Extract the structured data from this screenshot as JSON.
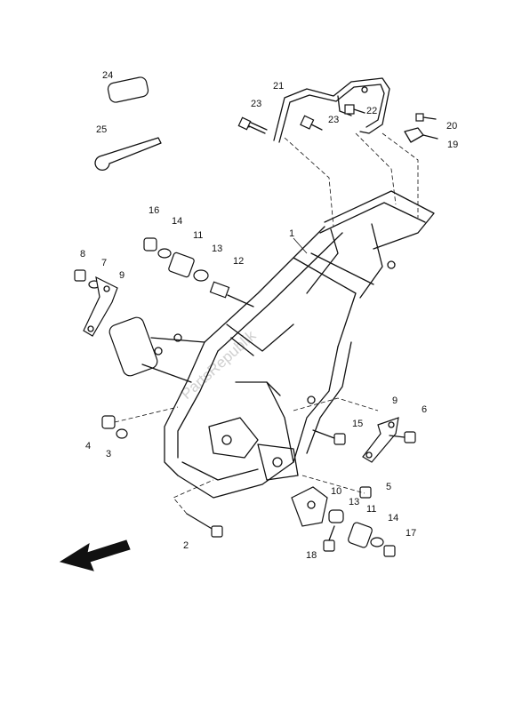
{
  "watermark": "PartsRepublik",
  "callouts": {
    "c1": "1",
    "c2": "2",
    "c3": "3",
    "c4": "4",
    "c5": "5",
    "c6": "6",
    "c7": "7",
    "c8": "8",
    "c9a": "9",
    "c9b": "9",
    "c10": "10",
    "c11a": "11",
    "c11b": "11",
    "c12": "12",
    "c13a": "13",
    "c13b": "13",
    "c14a": "14",
    "c14b": "14",
    "c15": "15",
    "c16": "16",
    "c17": "17",
    "c18": "18",
    "c19": "19",
    "c20": "20",
    "c21": "21",
    "c22": "22",
    "c23a": "23",
    "c23b": "23",
    "c24": "24",
    "c25": "25"
  },
  "colors": {
    "line": "#111111",
    "watermark": "#cfcfcf"
  },
  "icons": {
    "front_direction": "arrow-icon"
  }
}
